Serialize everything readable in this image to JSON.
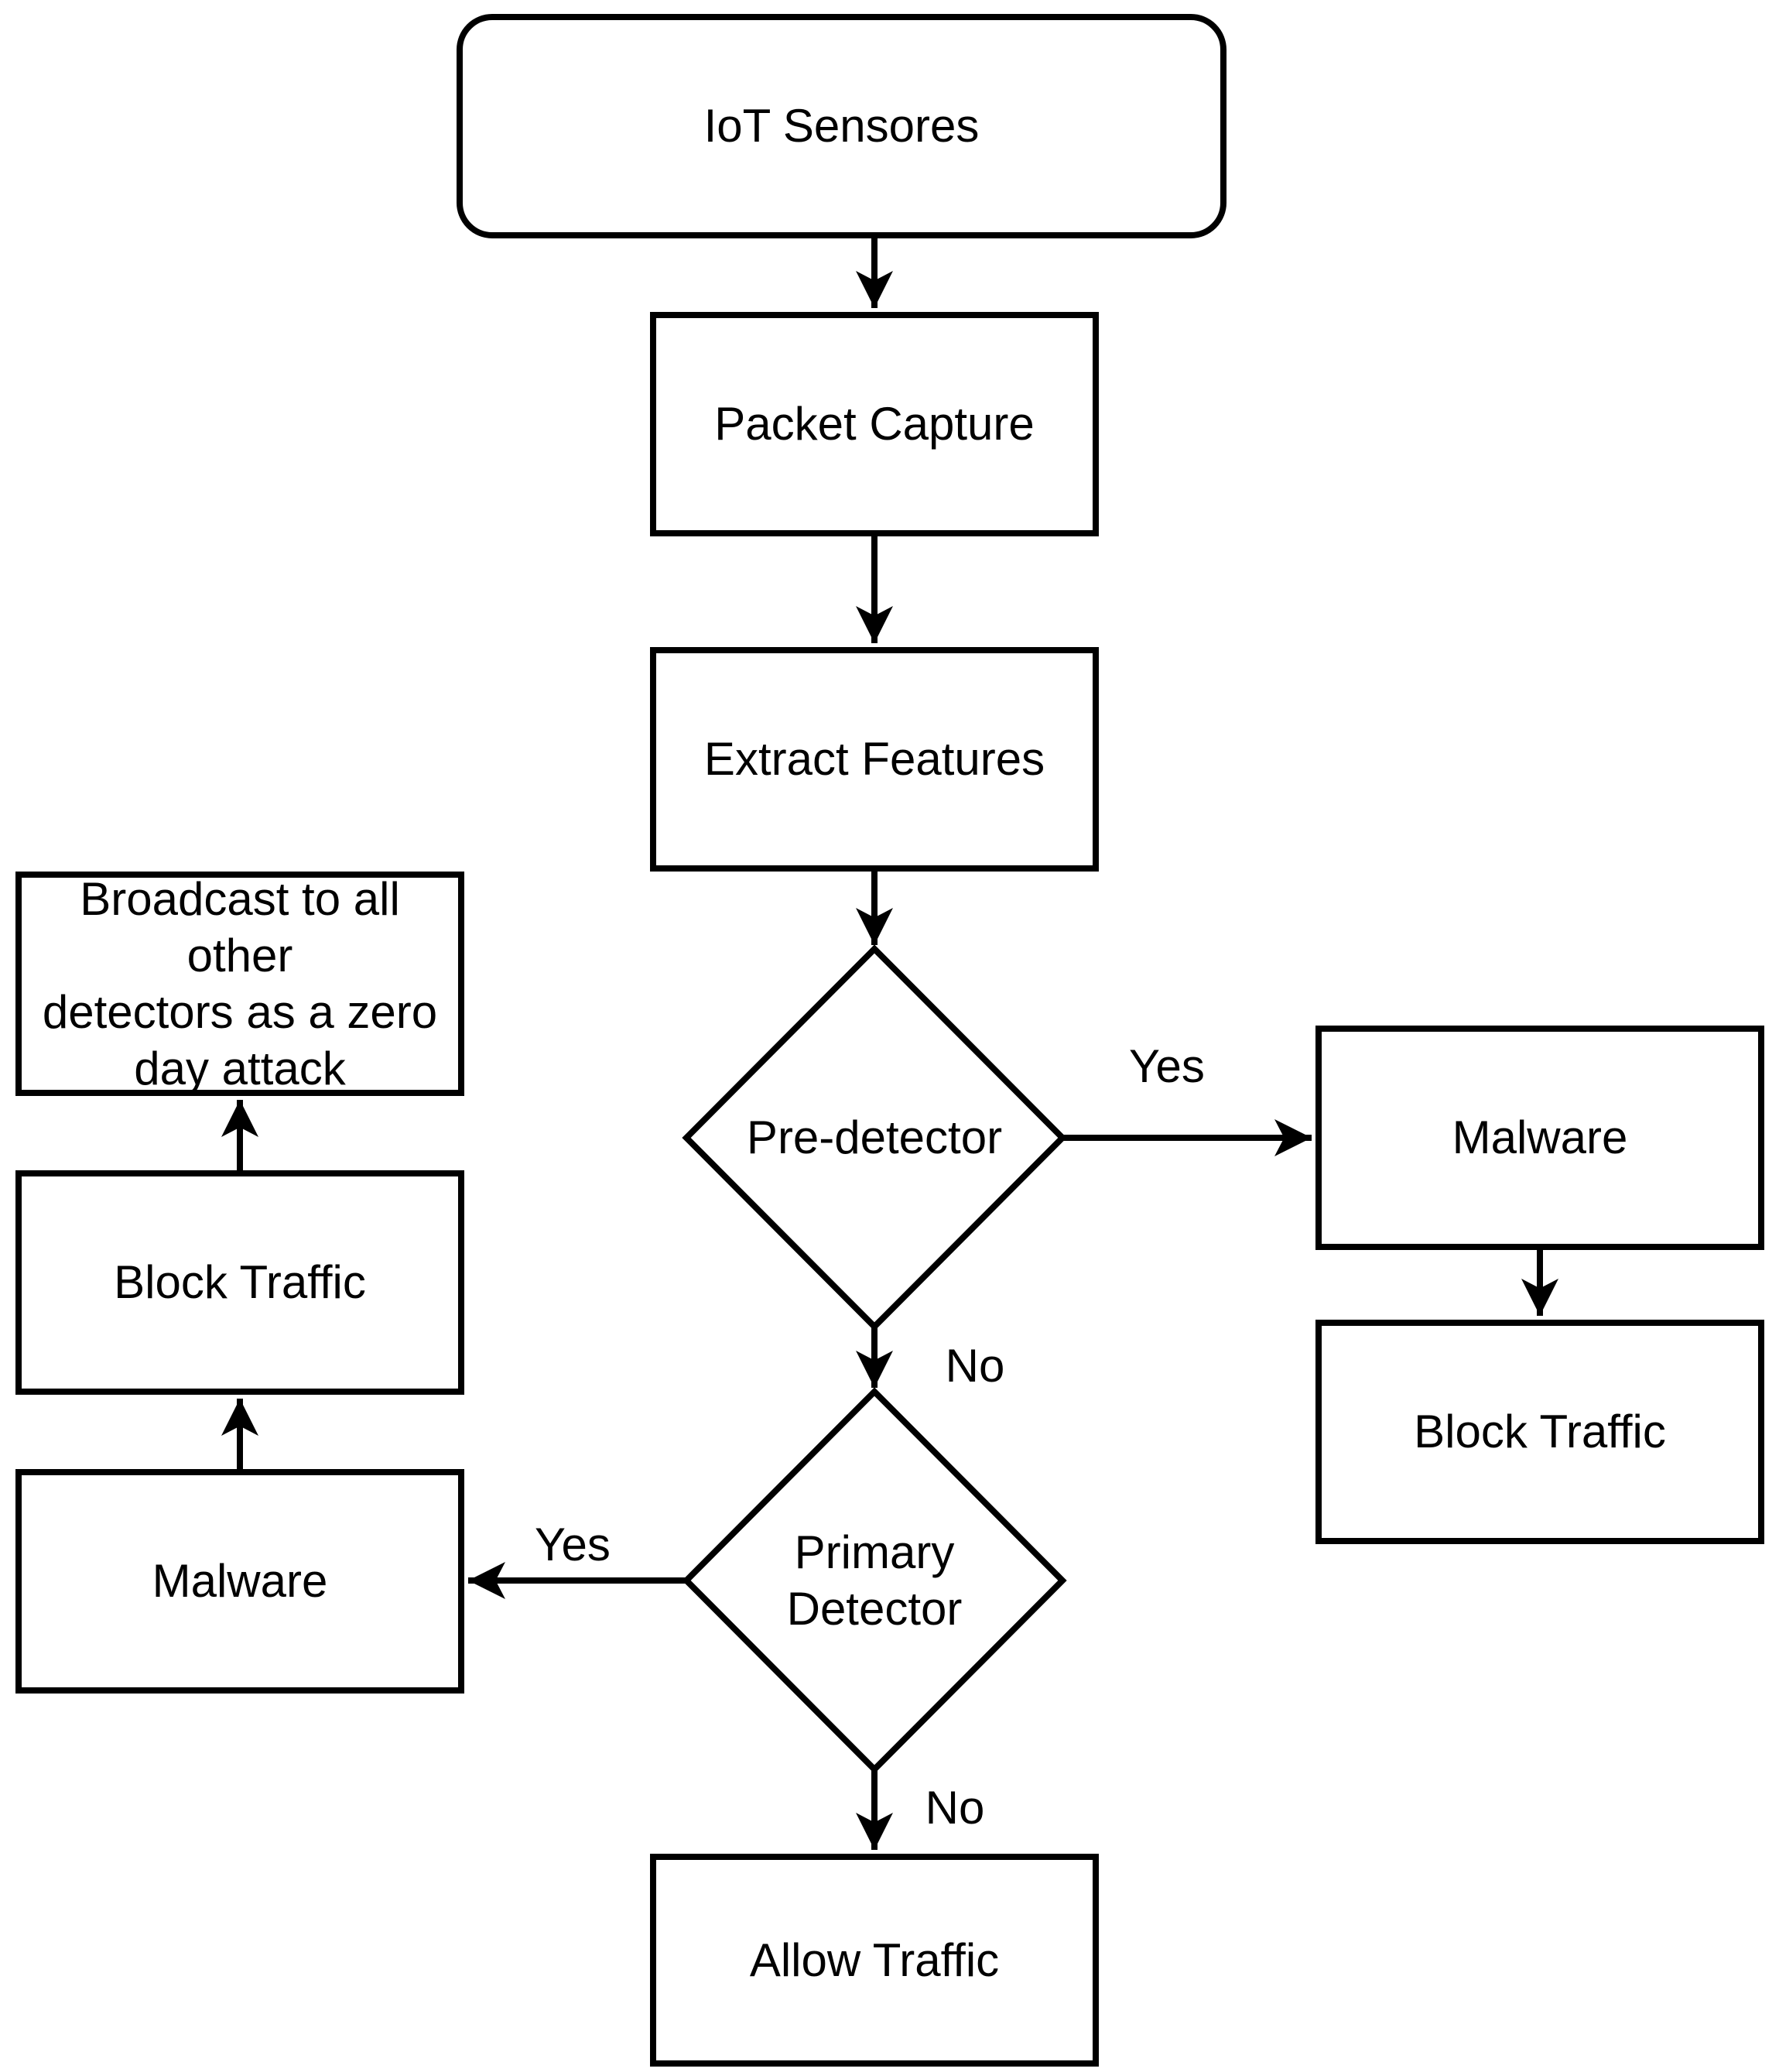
{
  "diagram": {
    "title": "IoT malware detection flowchart",
    "background_color": "#ffffff",
    "line_color": "#000000",
    "nodes": {
      "iot_sensores": {
        "label": "IoT Sensores"
      },
      "packet_capture": {
        "label": "Packet Capture"
      },
      "extract_features": {
        "label": "Extract Features"
      },
      "pre_detector": {
        "label": "Pre-detector"
      },
      "malware_right": {
        "label": "Malware"
      },
      "block_traffic_right": {
        "label": "Block Traffic"
      },
      "primary_detector": {
        "label": "Primary\nDetector"
      },
      "malware_left": {
        "label": "Malware"
      },
      "block_traffic_left": {
        "label": "Block Traffic"
      },
      "broadcast_zero_day": {
        "label": "Broadcast to all other\ndetectors as a zero\nday attack"
      },
      "allow_traffic": {
        "label": "Allow Traffic"
      }
    },
    "edge_labels": {
      "pre_detector_yes": "Yes",
      "pre_detector_no": "No",
      "primary_detector_yes": "Yes",
      "primary_detector_no": "No"
    },
    "edges": [
      {
        "from": "iot_sensores",
        "to": "packet_capture",
        "label": ""
      },
      {
        "from": "packet_capture",
        "to": "extract_features",
        "label": ""
      },
      {
        "from": "extract_features",
        "to": "pre_detector",
        "label": ""
      },
      {
        "from": "pre_detector",
        "to": "malware_right",
        "label": "Yes"
      },
      {
        "from": "malware_right",
        "to": "block_traffic_right",
        "label": ""
      },
      {
        "from": "pre_detector",
        "to": "primary_detector",
        "label": "No"
      },
      {
        "from": "primary_detector",
        "to": "malware_left",
        "label": "Yes"
      },
      {
        "from": "malware_left",
        "to": "block_traffic_left",
        "label": ""
      },
      {
        "from": "block_traffic_left",
        "to": "broadcast_zero_day",
        "label": ""
      },
      {
        "from": "primary_detector",
        "to": "allow_traffic",
        "label": "No"
      }
    ]
  }
}
